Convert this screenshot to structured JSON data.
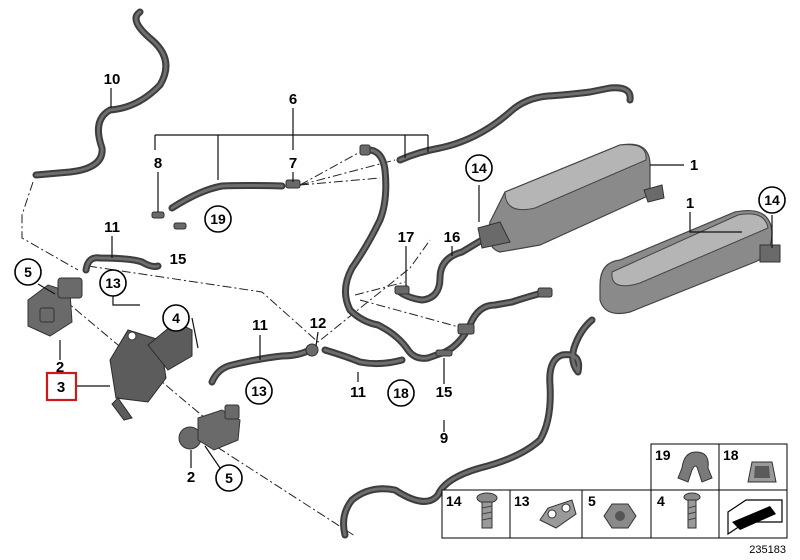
{
  "diagram_id": "235183",
  "labels": {
    "l1a": "1",
    "l1b": "1",
    "l2a": "2",
    "l2b": "2",
    "l3": "3",
    "l4": "4",
    "l5a": "5",
    "l5b": "5",
    "l6": "6",
    "l7": "7",
    "l8": "8",
    "l9": "9",
    "l10": "10",
    "l11a": "11",
    "l11b": "11",
    "l11c": "11",
    "l12": "12",
    "l13a": "13",
    "l13b": "13",
    "l14a": "14",
    "l14b": "14",
    "l15a": "15",
    "l15b": "15",
    "l16": "16",
    "l17": "17",
    "l18": "18",
    "l19": "19"
  },
  "legend": [
    {
      "num": "19",
      "icon": "hose-clip-icon"
    },
    {
      "num": "18",
      "icon": "spring-clip-icon"
    },
    {
      "num": "14",
      "icon": "hex-bolt-icon"
    },
    {
      "num": "13",
      "icon": "double-clip-icon"
    },
    {
      "num": "5",
      "icon": "hex-nut-icon"
    },
    {
      "num": "4",
      "icon": "bolt-icon"
    },
    {
      "num": "",
      "icon": "direction-arrow-icon"
    }
  ],
  "highlighted_label": "3"
}
